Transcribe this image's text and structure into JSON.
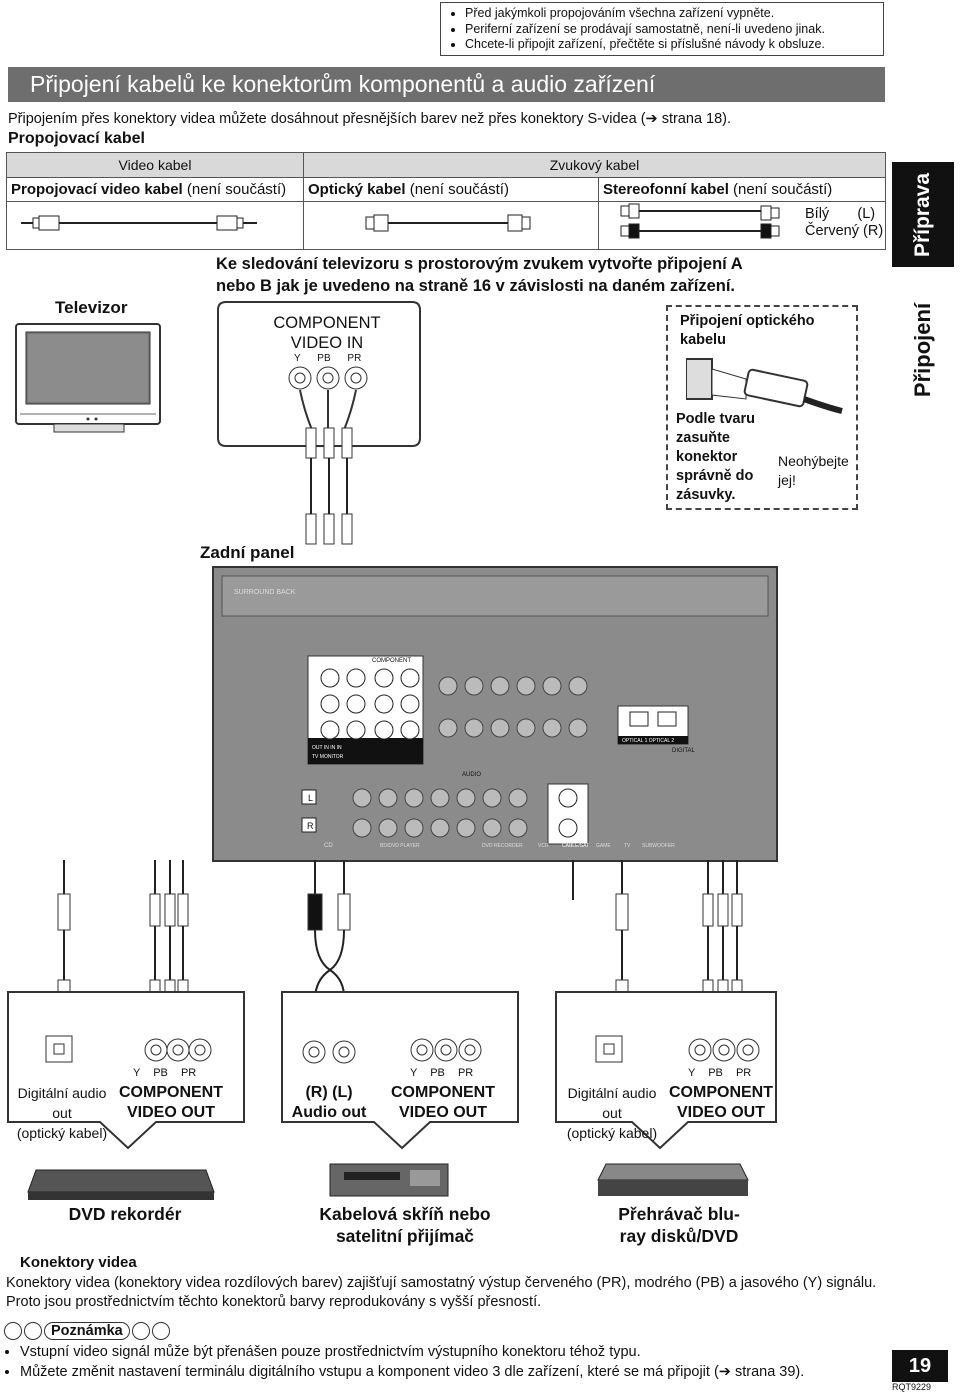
{
  "notes_top": [
    "Před jakýmkoli propojováním všechna zařízení vypněte.",
    "Periferní zařízení se prodávají samostatně, není-li uvedeno jinak.",
    "Chcete-li připojit zařízení, přečtěte si příslušné návody k obsluze."
  ],
  "title": "Připojení kabelů ke konektorům komponentů a audio zařízení",
  "intro": "Připojením přes konektory videa můžete dosáhnout přesnějších barev než přes konektory S-videa (➔ strana 18).",
  "cable_heading": "Propojovací kabel",
  "cable_table": {
    "video_header": "Video kabel",
    "audio_header": "Zvukový kabel",
    "video_cable": "Propojovací video kabel",
    "optical_cable": "Optický kabel",
    "stereo_cable": "Stereofonní kabel",
    "not_included": "(není součástí)",
    "white": "Bílý",
    "white_code": "(L)",
    "red": "Červený",
    "red_code": "(R)"
  },
  "side_tab_top": "Příprava",
  "side_tab_bottom": "Připojení",
  "surround_text_1": "Ke sledování televizoru s prostorovým zvukem vytvořte připojení A",
  "surround_text_2": "nebo B jak je uvedeno na straně 16 v závislosti na daném zařízení.",
  "tv_label": "Televizor",
  "component_in_1": "COMPONENT",
  "component_in_2": "VIDEO IN",
  "jack_letters": [
    "Y",
    "PB",
    "PR"
  ],
  "optical_box": {
    "title_1": "Připojení optického",
    "title_2": "kabelu",
    "insert_1": "Podle tvaru",
    "insert_2": "zasuňte",
    "insert_3": "konektor",
    "insert_4": "správně do",
    "insert_5": "zásuvky.",
    "nobend_1": "Neohýbejte",
    "nobend_2": "jej!"
  },
  "rear_panel": "Zadní panel",
  "receiver_labels": [
    "SURROUND BACK",
    "COMPONENT",
    "AUDIO",
    "OPTICAL 1",
    "OPTICAL 2",
    "DIGITAL",
    "L",
    "R",
    "CD",
    "BD/DVD PLAYER",
    "DVD RECORDER",
    "VCR",
    "CABLE/SAT",
    "GAME",
    "TV",
    "SUBWOOFER",
    "IN",
    "OUT",
    "TV MONITOR"
  ],
  "jack_groups": {
    "digital_1": "Digitální audio out",
    "digital_2": "(optický kabel)",
    "comp_out_1": "COMPONENT",
    "comp_out_2": "VIDEO OUT",
    "audio_out_1": "(R) (L)",
    "audio_out_2": "Audio out"
  },
  "devices": {
    "dvd": "DVD rekordér",
    "cable_1": "Kabelová skříň nebo",
    "cable_2": "satelitní přijímač",
    "bluray_1": "Přehrávač blu-",
    "bluray_2": "ray disků/DVD"
  },
  "footer": {
    "heading": "Konektory videa",
    "text": "Konektory videa (konektory videa rozdílových barev) zajišťují samostatný výstup červeného (PR), modrého (PB) a jasového (Y) signálu. Proto jsou prostřednictvím těchto konektorů barvy reprodukovány s vyšší přesností."
  },
  "note_label": "Poznámka",
  "notes_bottom": [
    "Vstupní video signál může být přenášen pouze prostřednictvím výstupního konektoru téhož typu.",
    "Můžete změnit nastavení terminálu digitálního vstupu a komponent video 3 dle zařízení, které se má připojit (➔ strana 39)."
  ],
  "page_number": "19",
  "doc_code": "RQT9229"
}
